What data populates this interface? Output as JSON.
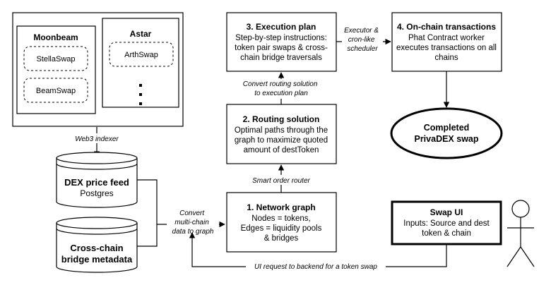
{
  "chains": {
    "moonbeam": {
      "title": "Moonbeam",
      "dexes": [
        "StellaSwap",
        "BeamSwap"
      ]
    },
    "astar": {
      "title": "Astar",
      "dexes": [
        "ArthSwap"
      ],
      "more": "⋮"
    }
  },
  "datastores": {
    "price_feed": {
      "title": "DEX price feed",
      "subtitle": "Postgres"
    },
    "bridge_meta": {
      "line1": "Cross-chain",
      "line2": "bridge metadata"
    }
  },
  "boxes": {
    "network_graph": {
      "title": "1. Network graph",
      "lines": [
        "Nodes = tokens,",
        "Edges = liquidity pools",
        "& bridges"
      ]
    },
    "routing": {
      "title": "2. Routing solution",
      "lines": [
        "Optimal paths through the",
        "graph to maximize quoted",
        "amount of destToken"
      ]
    },
    "execution": {
      "title": "3. Execution plan",
      "lines": [
        "Step-by-step instructions:",
        "token pair swaps & cross-",
        "chain bridge traversals"
      ]
    },
    "onchain": {
      "title": "4. On-chain transactions",
      "lines": [
        "Phat Contract worker",
        "executes transactions on all",
        "chains"
      ]
    },
    "completed": {
      "line1": "Completed",
      "line2": "PrivaDEX swap"
    },
    "swap_ui": {
      "title": "Swap UI",
      "lines": [
        "Inputs: Source and dest",
        "token & chain"
      ]
    }
  },
  "edge_labels": {
    "indexer": "Web3 indexer",
    "convert_graph": [
      "Convert",
      "multi-chain",
      "data to graph"
    ],
    "smart_router": "Smart order router",
    "convert_plan": [
      "Convert routing solution",
      "to execution plan"
    ],
    "executor": [
      "Executor &",
      "cron-like",
      "scheduler"
    ],
    "ui_request": "UI request to backend for a token swap"
  }
}
